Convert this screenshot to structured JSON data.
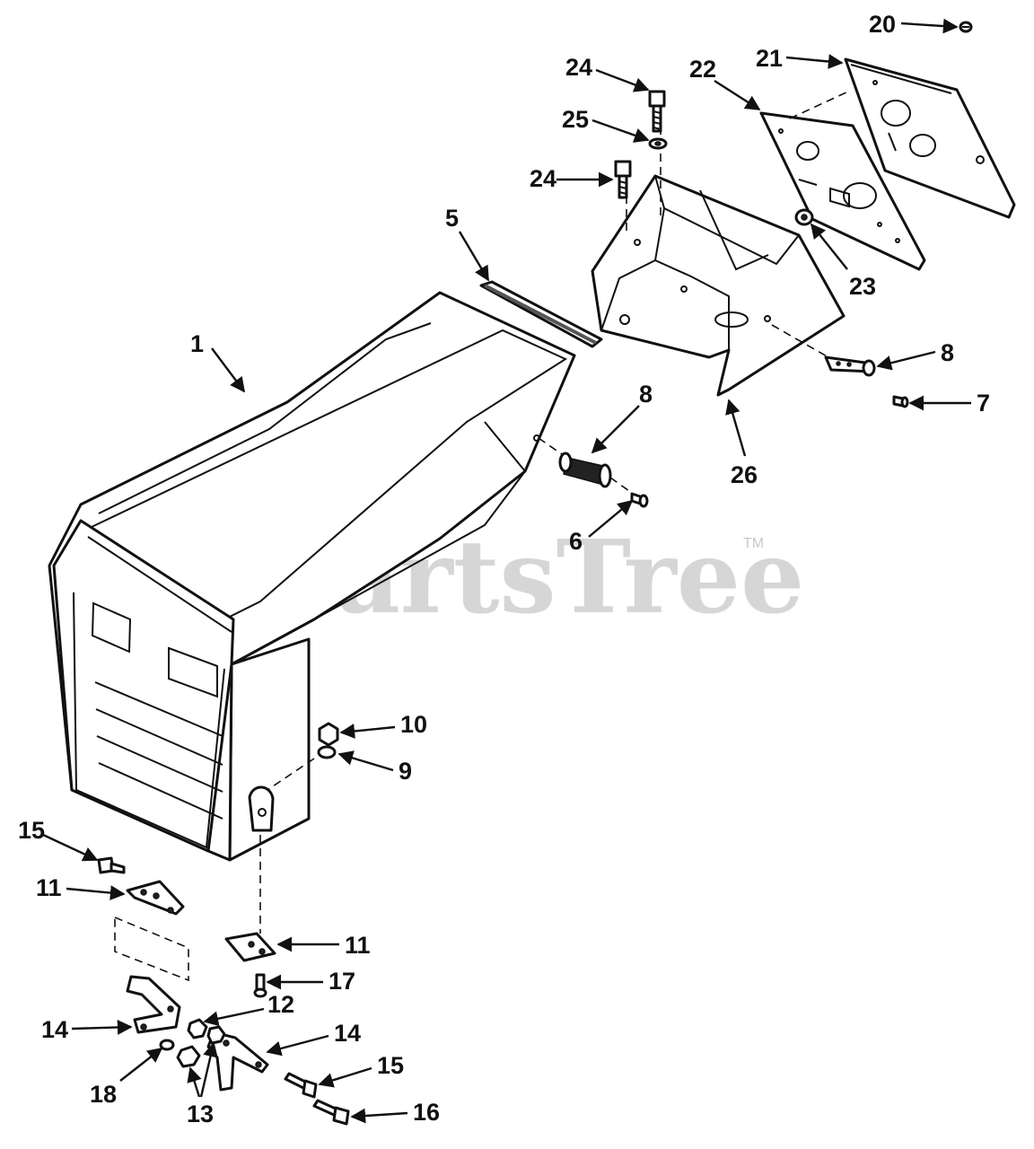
{
  "watermark": "PartsTree",
  "trademark": "TM",
  "callouts": [
    {
      "id": "c1",
      "text": "1"
    },
    {
      "id": "c5",
      "text": "5"
    },
    {
      "id": "c6",
      "text": "6"
    },
    {
      "id": "c7",
      "text": "7"
    },
    {
      "id": "c8a",
      "text": "8"
    },
    {
      "id": "c8b",
      "text": "8"
    },
    {
      "id": "c9",
      "text": "9"
    },
    {
      "id": "c10",
      "text": "10"
    },
    {
      "id": "c11a",
      "text": "11"
    },
    {
      "id": "c11b",
      "text": "11"
    },
    {
      "id": "c12",
      "text": "12"
    },
    {
      "id": "c13",
      "text": "13"
    },
    {
      "id": "c14a",
      "text": "14"
    },
    {
      "id": "c14b",
      "text": "14"
    },
    {
      "id": "c15a",
      "text": "15"
    },
    {
      "id": "c15b",
      "text": "15"
    },
    {
      "id": "c16",
      "text": "16"
    },
    {
      "id": "c17",
      "text": "17"
    },
    {
      "id": "c18",
      "text": "18"
    },
    {
      "id": "c20",
      "text": "20"
    },
    {
      "id": "c21",
      "text": "21"
    },
    {
      "id": "c22",
      "text": "22"
    },
    {
      "id": "c23",
      "text": "23"
    },
    {
      "id": "c24a",
      "text": "24"
    },
    {
      "id": "c24b",
      "text": "24"
    },
    {
      "id": "c25",
      "text": "25"
    },
    {
      "id": "c26",
      "text": "26"
    }
  ]
}
